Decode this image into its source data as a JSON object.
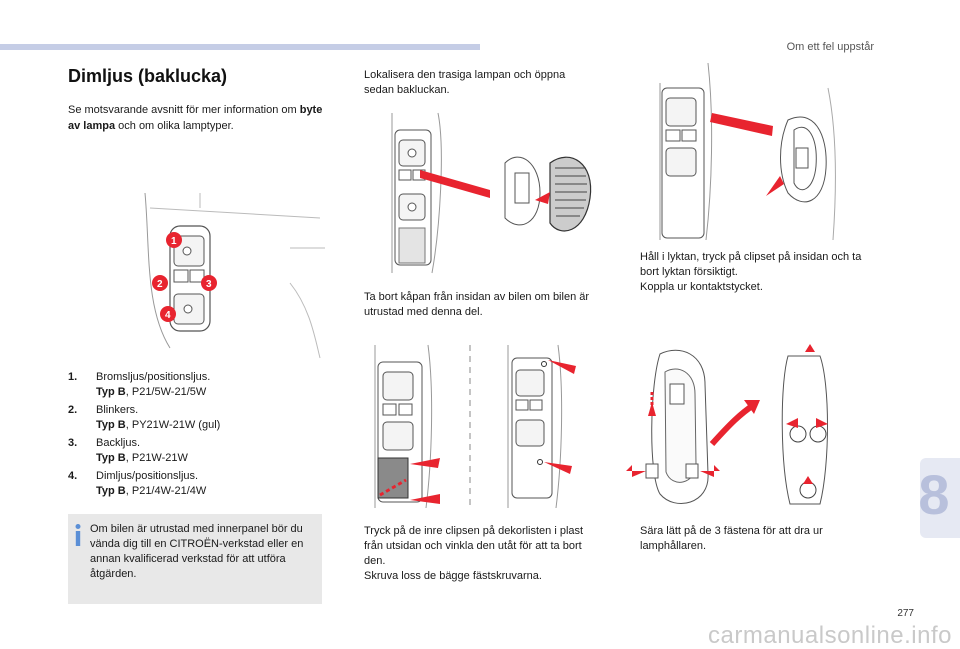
{
  "header": {
    "chapter_title": "Om ett fel uppstår"
  },
  "section": {
    "title": "Dimljus (baklucka)",
    "intro_before": "Se motsvarande avsnitt för mer information om ",
    "intro_bold": "byte av lampa",
    "intro_after": " och om olika lamptyper."
  },
  "figure_labels": [
    "1",
    "2",
    "3",
    "4"
  ],
  "lamps": [
    {
      "num": "1.",
      "name": "Bromsljus/positionsljus.",
      "type_label": "Typ B",
      "type_value": ", P21/5W-21/5W"
    },
    {
      "num": "2.",
      "name": "Blinkers.",
      "type_label": "Typ B",
      "type_value": ", PY21W-21W (gul)"
    },
    {
      "num": "3.",
      "name": "Backljus.",
      "type_label": "Typ B",
      "type_value": ", P21W-21W"
    },
    {
      "num": "4.",
      "name": "Dimljus/positionsljus.",
      "type_label": "Typ B",
      "type_value": ", P21/4W-21/4W"
    }
  ],
  "note": {
    "text": "Om bilen är utrustad med innerpanel bör du vända dig till en CITROËN-verkstad eller en annan kvalificerad verkstad för att utföra åtgärden."
  },
  "checkbox_glyph": "",
  "steps": {
    "step1": "Lokalisera den trasiga lampan och öppna sedan bakluckan.",
    "step2": "Ta bort kåpan från insidan av bilen om bilen är utrustad med denna del.",
    "step3a": "Tryck på de inre clipsen på dekorlisten i plast från utsidan och vinkla den utåt för att ta bort den.",
    "step3b": "Skruva loss de bägge fästskruvarna.",
    "step4a": "Håll i lyktan, tryck på clipset på insidan och ta bort lyktan försiktigt.",
    "step4b": "Koppla ur kontaktstycket.",
    "step5": "Sära lätt på de 3 fästena för att dra ur lamphållaren."
  },
  "chapter": {
    "number": "8"
  },
  "page": {
    "number": "277"
  },
  "watermark": "carmanualsonline.info",
  "colors": {
    "accent_bar": "#c5cde6",
    "arrow": "#e8242f",
    "tab_text": "#b8c0dc",
    "note_bg": "#e8e8e8"
  }
}
